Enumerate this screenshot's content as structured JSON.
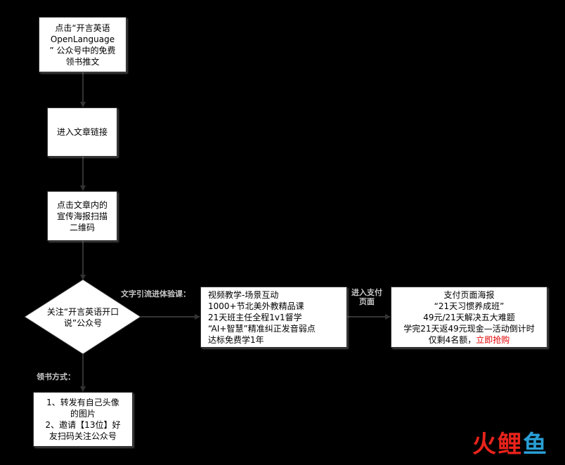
{
  "nodes": {
    "step1": {
      "lines": [
        "点击“开言英语",
        "OpenLanguage",
        "” 公众号中的免费",
        "领书推文"
      ]
    },
    "step2": {
      "lines": [
        "进入文章链接"
      ]
    },
    "step3": {
      "lines": [
        "点击文章内的",
        "宣传海报扫描",
        "二维码"
      ]
    },
    "decision": {
      "lines": [
        "关注“开言英语开口",
        "说”公众号"
      ]
    },
    "course": {
      "lines": [
        "视频教学-场景互动",
        "1000+节北美外教精品课",
        "21天班主任全程1v1督学",
        "“AI+智慧”精准纠正发音弱点",
        "达标免费学1年"
      ]
    },
    "payment": {
      "lines": [
        "支付页面海报",
        "“21天习惯养成班”",
        "49元/21天解决五大难题",
        "学完21天返49元现金—活动倒计时"
      ],
      "last_prefix": "仅剩4名额，",
      "last_highlight": "立即抢购"
    },
    "book": {
      "lines": [
        "1、转发有自己头像",
        "的图片",
        "2、邀请【13位】好",
        "友扫码关注公众号"
      ]
    }
  },
  "edge_labels": {
    "to_course": "文字引流进体验课：",
    "to_payment_line1": "进入支付",
    "to_payment_line2": "页面",
    "to_book": "领书方式："
  },
  "watermark": {
    "chars": [
      "火",
      "鲤",
      "鱼"
    ],
    "colors": [
      "#e8231b",
      "#e8231b",
      "#2a9fd6"
    ]
  }
}
